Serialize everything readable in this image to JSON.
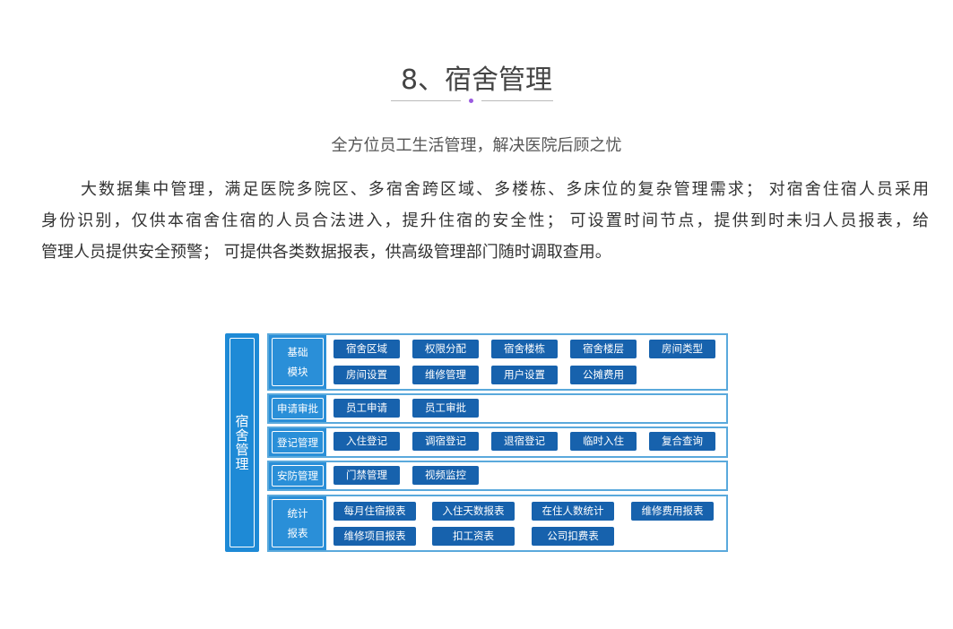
{
  "title": "8、宿舍管理",
  "subtitle": "全方位员工生活管理，解决医院后顾之忧",
  "paragraph_lines": [
    "大数据集中管理，满足医院多院区、多宿舍跨区域、多楼栋、多床位的复杂管理需求； 对宿舍住宿人员采用",
    "身份识别，仅供本宿舍住宿的人员合法进入，提升住宿的安全性； 可设置时间节点，提供到时未归人员报表，给",
    "管理人员提供安全预警； 可提供各类数据报表，供高级管理部门随时调取查用。"
  ],
  "diagram": {
    "root": "宿舍管理",
    "rows": [
      {
        "label": "基础\n模块",
        "items": [
          "宿舍区域",
          "权限分配",
          "宿舍楼栋",
          "宿舍楼层",
          "房间类型",
          "房间设置",
          "维修管理",
          "用户设置",
          "公摊费用"
        ]
      },
      {
        "label": "申请审批",
        "items": [
          "员工申请",
          "员工审批"
        ]
      },
      {
        "label": "登记管理",
        "items": [
          "入住登记",
          "调宿登记",
          "退宿登记",
          "临时入住",
          "复合查询"
        ]
      },
      {
        "label": "安防管理",
        "items": [
          "门禁管理",
          "视频监控"
        ]
      },
      {
        "label": "统计\n报表",
        "items": [
          "每月住宿报表",
          "入住天数报表",
          "在住人数统计",
          "维修费用报表",
          "维修项目报表",
          "扣工资表",
          "公司扣费表"
        ]
      }
    ]
  }
}
